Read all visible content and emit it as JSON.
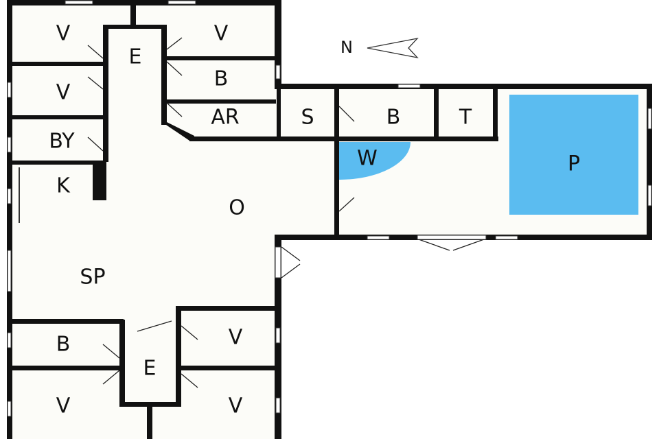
{
  "compass": {
    "label": "N",
    "icon": "north-arrow-icon"
  },
  "colors": {
    "pool": "#5bbcf0",
    "wall": "#111111",
    "floor": "#fcfcf8"
  },
  "rooms": [
    {
      "id": "v1",
      "label": "V"
    },
    {
      "id": "v2",
      "label": "V"
    },
    {
      "id": "e1",
      "label": "E"
    },
    {
      "id": "b1",
      "label": "B"
    },
    {
      "id": "v3",
      "label": "V"
    },
    {
      "id": "ar",
      "label": "AR"
    },
    {
      "id": "s",
      "label": "S"
    },
    {
      "id": "b2",
      "label": "B"
    },
    {
      "id": "t",
      "label": "T"
    },
    {
      "id": "by",
      "label": "BY"
    },
    {
      "id": "w",
      "label": "W"
    },
    {
      "id": "p",
      "label": "P"
    },
    {
      "id": "k",
      "label": "K"
    },
    {
      "id": "o",
      "label": "O"
    },
    {
      "id": "sp",
      "label": "SP"
    },
    {
      "id": "b3",
      "label": "B"
    },
    {
      "id": "v4",
      "label": "V"
    },
    {
      "id": "e2",
      "label": "E"
    },
    {
      "id": "v5",
      "label": "V"
    },
    {
      "id": "v6",
      "label": "V"
    }
  ]
}
